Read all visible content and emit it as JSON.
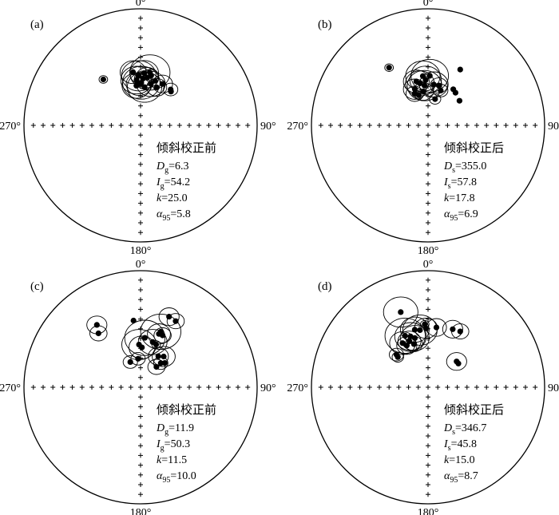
{
  "chart_data": [
    {
      "type": "scatter",
      "panel_label": "(a)",
      "direction_labels": {
        "north": "0°",
        "east": "90°",
        "south": "180°",
        "west": "270°"
      },
      "stats_title": "倾斜校正前",
      "stats": [
        {
          "sym": "D",
          "sub": "g",
          "value": "=6.3"
        },
        {
          "sym": "I",
          "sub": "g",
          "value": "=54.2"
        },
        {
          "sym": "k",
          "sub": "",
          "value": "=25.0"
        },
        {
          "sym": "α",
          "sub": "95",
          "value": "=5.8"
        }
      ],
      "points": [
        {
          "dec": 321,
          "inc": 48,
          "a95": 3
        },
        {
          "dec": 18,
          "inc": 57,
          "a95": 0
        },
        {
          "dec": 358,
          "inc": 55,
          "a95": 12
        },
        {
          "dec": 4,
          "inc": 53,
          "a95": 10
        },
        {
          "dec": 8,
          "inc": 56,
          "a95": 8
        },
        {
          "dec": 10,
          "inc": 52,
          "a95": 14
        },
        {
          "dec": 355,
          "inc": 58,
          "a95": 11
        },
        {
          "dec": 352,
          "inc": 52,
          "a95": 9
        },
        {
          "dec": 1,
          "inc": 60,
          "a95": 13
        },
        {
          "dec": 14,
          "inc": 60,
          "a95": 10
        },
        {
          "dec": 6,
          "inc": 63,
          "a95": 12
        },
        {
          "dec": 3,
          "inc": 57,
          "a95": 6
        },
        {
          "dec": 12,
          "inc": 54,
          "a95": 5
        },
        {
          "dec": 23,
          "inc": 61,
          "a95": 7
        },
        {
          "dec": 358,
          "inc": 61,
          "a95": 9
        },
        {
          "dec": 354,
          "inc": 62,
          "a95": 10
        },
        {
          "dec": 28,
          "inc": 57,
          "a95": 7
        },
        {
          "dec": 40,
          "inc": 57,
          "a95": 5
        },
        {
          "dec": 42,
          "inc": 58,
          "a95": 0
        }
      ]
    },
    {
      "type": "scatter",
      "panel_label": "(b)",
      "direction_labels": {
        "north": "0°",
        "east": "90°",
        "south": "180°",
        "west": "270°"
      },
      "stats_title": "倾斜校正后",
      "stats": [
        {
          "sym": "D",
          "sub": "s",
          "value": "=355.0"
        },
        {
          "sym": "I",
          "sub": "s",
          "value": "=57.8"
        },
        {
          "sym": "k",
          "sub": "",
          "value": "=17.8"
        },
        {
          "sym": "α",
          "sub": "95",
          "value": "=6.9"
        }
      ],
      "points": [
        {
          "dec": 326,
          "inc": 40,
          "a95": 3
        },
        {
          "dec": 30,
          "inc": 44,
          "a95": 0
        },
        {
          "dec": 35,
          "inc": 59,
          "a95": 0
        },
        {
          "dec": 40,
          "inc": 60,
          "a95": 0
        },
        {
          "dec": 52,
          "inc": 62,
          "a95": 0
        },
        {
          "dec": 354,
          "inc": 55,
          "a95": 12
        },
        {
          "dec": 357,
          "inc": 58,
          "a95": 11
        },
        {
          "dec": 349,
          "inc": 60,
          "a95": 10
        },
        {
          "dec": 345,
          "inc": 58,
          "a95": 9
        },
        {
          "dec": 2,
          "inc": 55,
          "a95": 13
        },
        {
          "dec": 8,
          "inc": 61,
          "a95": 10
        },
        {
          "dec": 355,
          "inc": 62,
          "a95": 12
        },
        {
          "dec": 340,
          "inc": 63,
          "a95": 8
        },
        {
          "dec": 337,
          "inc": 66,
          "a95": 6
        },
        {
          "dec": 352,
          "inc": 66,
          "a95": 7
        },
        {
          "dec": 15,
          "inc": 61,
          "a95": 6
        },
        {
          "dec": 20,
          "inc": 64,
          "a95": 5
        },
        {
          "dec": 343,
          "inc": 68,
          "a95": 3
        },
        {
          "dec": 15,
          "inc": 71,
          "a95": 4
        }
      ]
    },
    {
      "type": "scatter",
      "panel_label": "(c)",
      "direction_labels": {
        "north": "0°",
        "east": "90°",
        "south": "180°",
        "west": "270°"
      },
      "stats_title": "倾斜校正前",
      "stats": [
        {
          "sym": "D",
          "sub": "g",
          "value": "=11.9"
        },
        {
          "sym": "I",
          "sub": "g",
          "value": "=50.3"
        },
        {
          "sym": "k",
          "sub": "",
          "value": "=11.5"
        },
        {
          "sym": "α",
          "sub": "95",
          "value": "=10.0"
        }
      ],
      "points": [
        {
          "dec": 325,
          "inc": 35,
          "a95": 7
        },
        {
          "dec": 322,
          "inc": 41,
          "a95": 6
        },
        {
          "dec": 22,
          "inc": 35,
          "a95": 7
        },
        {
          "dec": 28,
          "inc": 36,
          "a95": 6
        },
        {
          "dec": 354,
          "inc": 42,
          "a95": 0
        },
        {
          "dec": 20,
          "inc": 48,
          "a95": 14
        },
        {
          "dec": 19,
          "inc": 50,
          "a95": 8
        },
        {
          "dec": 23,
          "inc": 50,
          "a95": 6
        },
        {
          "dec": 5,
          "inc": 55,
          "a95": 14
        },
        {
          "dec": 15,
          "inc": 57,
          "a95": 10
        },
        {
          "dec": 20,
          "inc": 58,
          "a95": 3
        },
        {
          "dec": 358,
          "inc": 60,
          "a95": 12
        },
        {
          "dec": 2,
          "inc": 62,
          "a95": 9
        },
        {
          "dec": 37,
          "inc": 63,
          "a95": 8
        },
        {
          "dec": 30,
          "inc": 65,
          "a95": 7
        },
        {
          "dec": 45,
          "inc": 66,
          "a95": 0
        },
        {
          "dec": 40,
          "inc": 68,
          "a95": 5
        },
        {
          "dec": 355,
          "inc": 70,
          "a95": 5
        },
        {
          "dec": 338,
          "inc": 71,
          "a95": 5
        },
        {
          "dec": 38,
          "inc": 72,
          "a95": 6
        }
      ]
    },
    {
      "type": "scatter",
      "panel_label": "(d)",
      "direction_labels": {
        "north": "0°",
        "east": "90°",
        "south": "180°",
        "west": "270°"
      },
      "stats_title": "倾斜校正后",
      "stats": [
        {
          "sym": "D",
          "sub": "s",
          "value": "=346.7"
        },
        {
          "sym": "I",
          "sub": "s",
          "value": "=45.8"
        },
        {
          "sym": "k",
          "sub": "",
          "value": "=15.0"
        },
        {
          "sym": "α",
          "sub": "95",
          "value": "=8.7"
        }
      ],
      "points": [
        {
          "dec": 340,
          "inc": 32,
          "a95": 12
        },
        {
          "dec": 357,
          "inc": 45,
          "a95": 3
        },
        {
          "dec": 23,
          "inc": 45,
          "a95": 7
        },
        {
          "dec": 30,
          "inc": 44,
          "a95": 6
        },
        {
          "dec": 347,
          "inc": 48,
          "a95": 10
        },
        {
          "dec": 352,
          "inc": 49,
          "a95": 12
        },
        {
          "dec": 358,
          "inc": 48,
          "a95": 8
        },
        {
          "dec": 8,
          "inc": 47,
          "a95": 7
        },
        {
          "dec": 336,
          "inc": 50,
          "a95": 14
        },
        {
          "dec": 341,
          "inc": 52,
          "a95": 11
        },
        {
          "dec": 345,
          "inc": 54,
          "a95": 10
        },
        {
          "dec": 330,
          "inc": 54,
          "a95": 9
        },
        {
          "dec": 338,
          "inc": 55,
          "a95": 8
        },
        {
          "dec": 333,
          "inc": 57,
          "a95": 7
        },
        {
          "dec": 342,
          "inc": 58,
          "a95": 6
        },
        {
          "dec": 48,
          "inc": 63,
          "a95": 7
        },
        {
          "dec": 52,
          "inc": 63,
          "a95": 0
        },
        {
          "dec": 316,
          "inc": 58,
          "a95": 5
        },
        {
          "dec": 315,
          "inc": 60,
          "a95": 4
        }
      ]
    }
  ]
}
